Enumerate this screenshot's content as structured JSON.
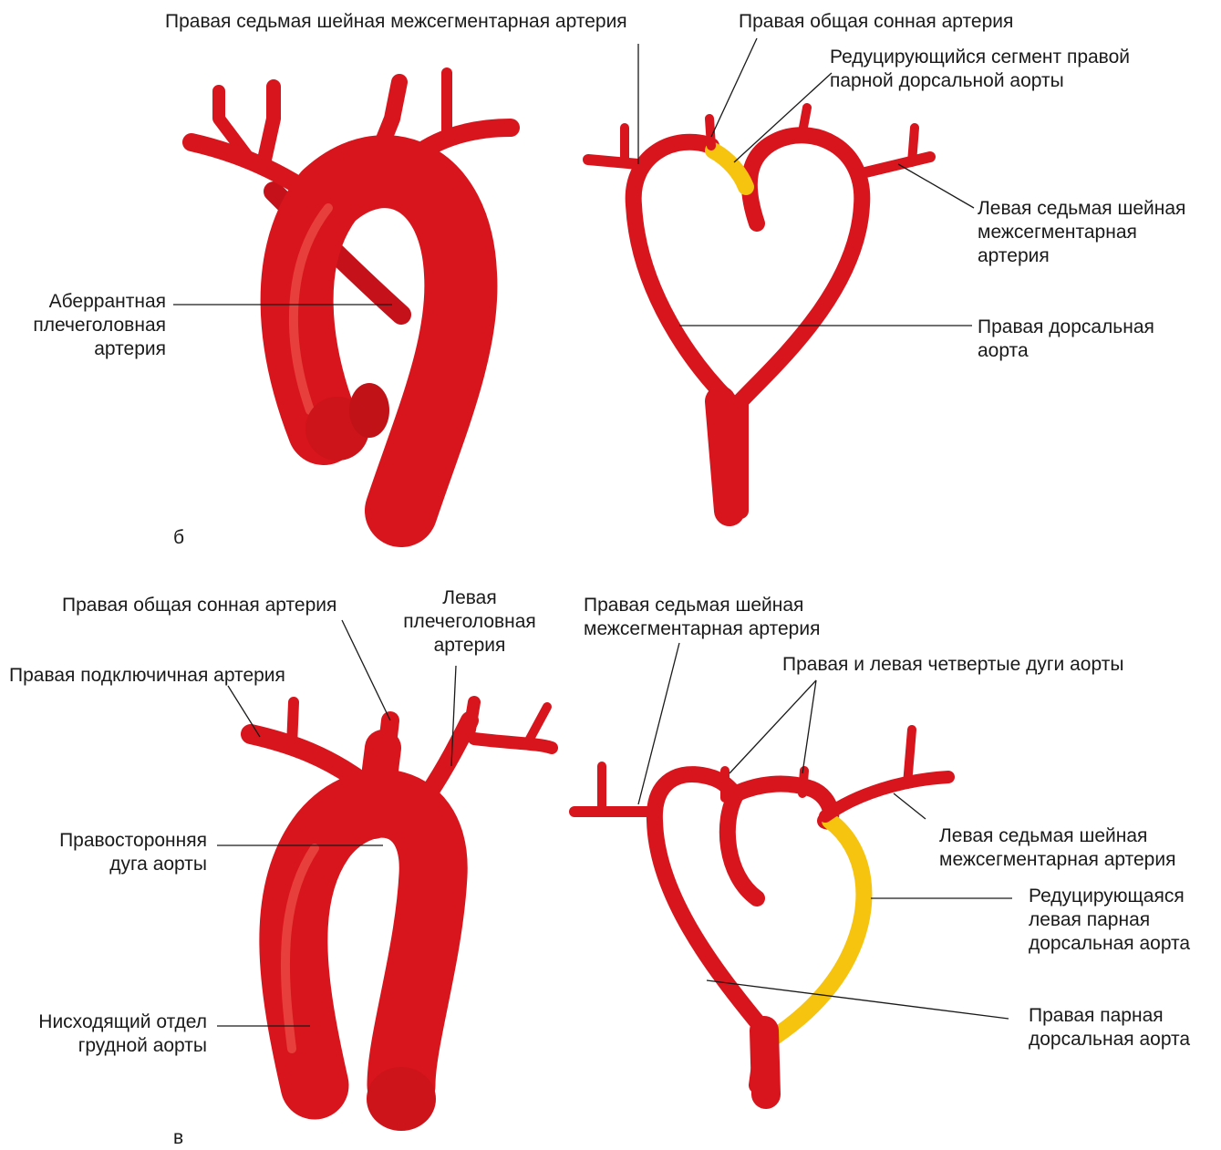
{
  "colors": {
    "artery": "#d8151c",
    "artery_dark": "#9c0b10",
    "artery_light": "#f4574c",
    "reducing": "#f6c30f",
    "leader": "#1a1a1a"
  },
  "panel_b": {
    "letter": "б",
    "labels": {
      "right_7th_intersegmental": "Правая седьмая шейная межсегментарная артерия",
      "right_common_carotid": "Правая общая сонная артерия",
      "reducing_segment_1": "Редуцирующийся сегмент правой",
      "reducing_segment_2": "парной дорсальной аорты",
      "left_7th_1": "Левая седьмая шейная",
      "left_7th_2": "межсегментарная",
      "left_7th_3": "артерия",
      "aberrant_1": "Аберрантная",
      "aberrant_2": "плечеголовная",
      "aberrant_3": "артерия",
      "right_dorsal_1": "Правая дорсальная",
      "right_dorsal_2": "аорта"
    }
  },
  "panel_v": {
    "letter": "в",
    "labels": {
      "right_common_carotid": "Правая общая сонная артерия",
      "left_brachio_1": "Левая",
      "left_brachio_2": "плечеголовная",
      "left_brachio_3": "артерия",
      "right_subclavian": "Правая подключичная артерия",
      "right_7th_1": "Правая седьмая шейная",
      "right_7th_2": "межсегментарная артерия",
      "fourth_arches": "Правая и левая четвертые дуги аорты",
      "right_arch_1": "Правосторонняя",
      "right_arch_2": "дуга аорты",
      "left_7th_1": "Левая седьмая шейная",
      "left_7th_2": "межсегментарная артерия",
      "reducing_left_1": "Редуцирующаяся",
      "reducing_left_2": "левая парная",
      "reducing_left_3": "дорсальная аорта",
      "descending_1": "Нисходящий отдел",
      "descending_2": "грудной аорты",
      "right_paired_1": "Правая парная",
      "right_paired_2": "дорсальная аорта"
    }
  }
}
